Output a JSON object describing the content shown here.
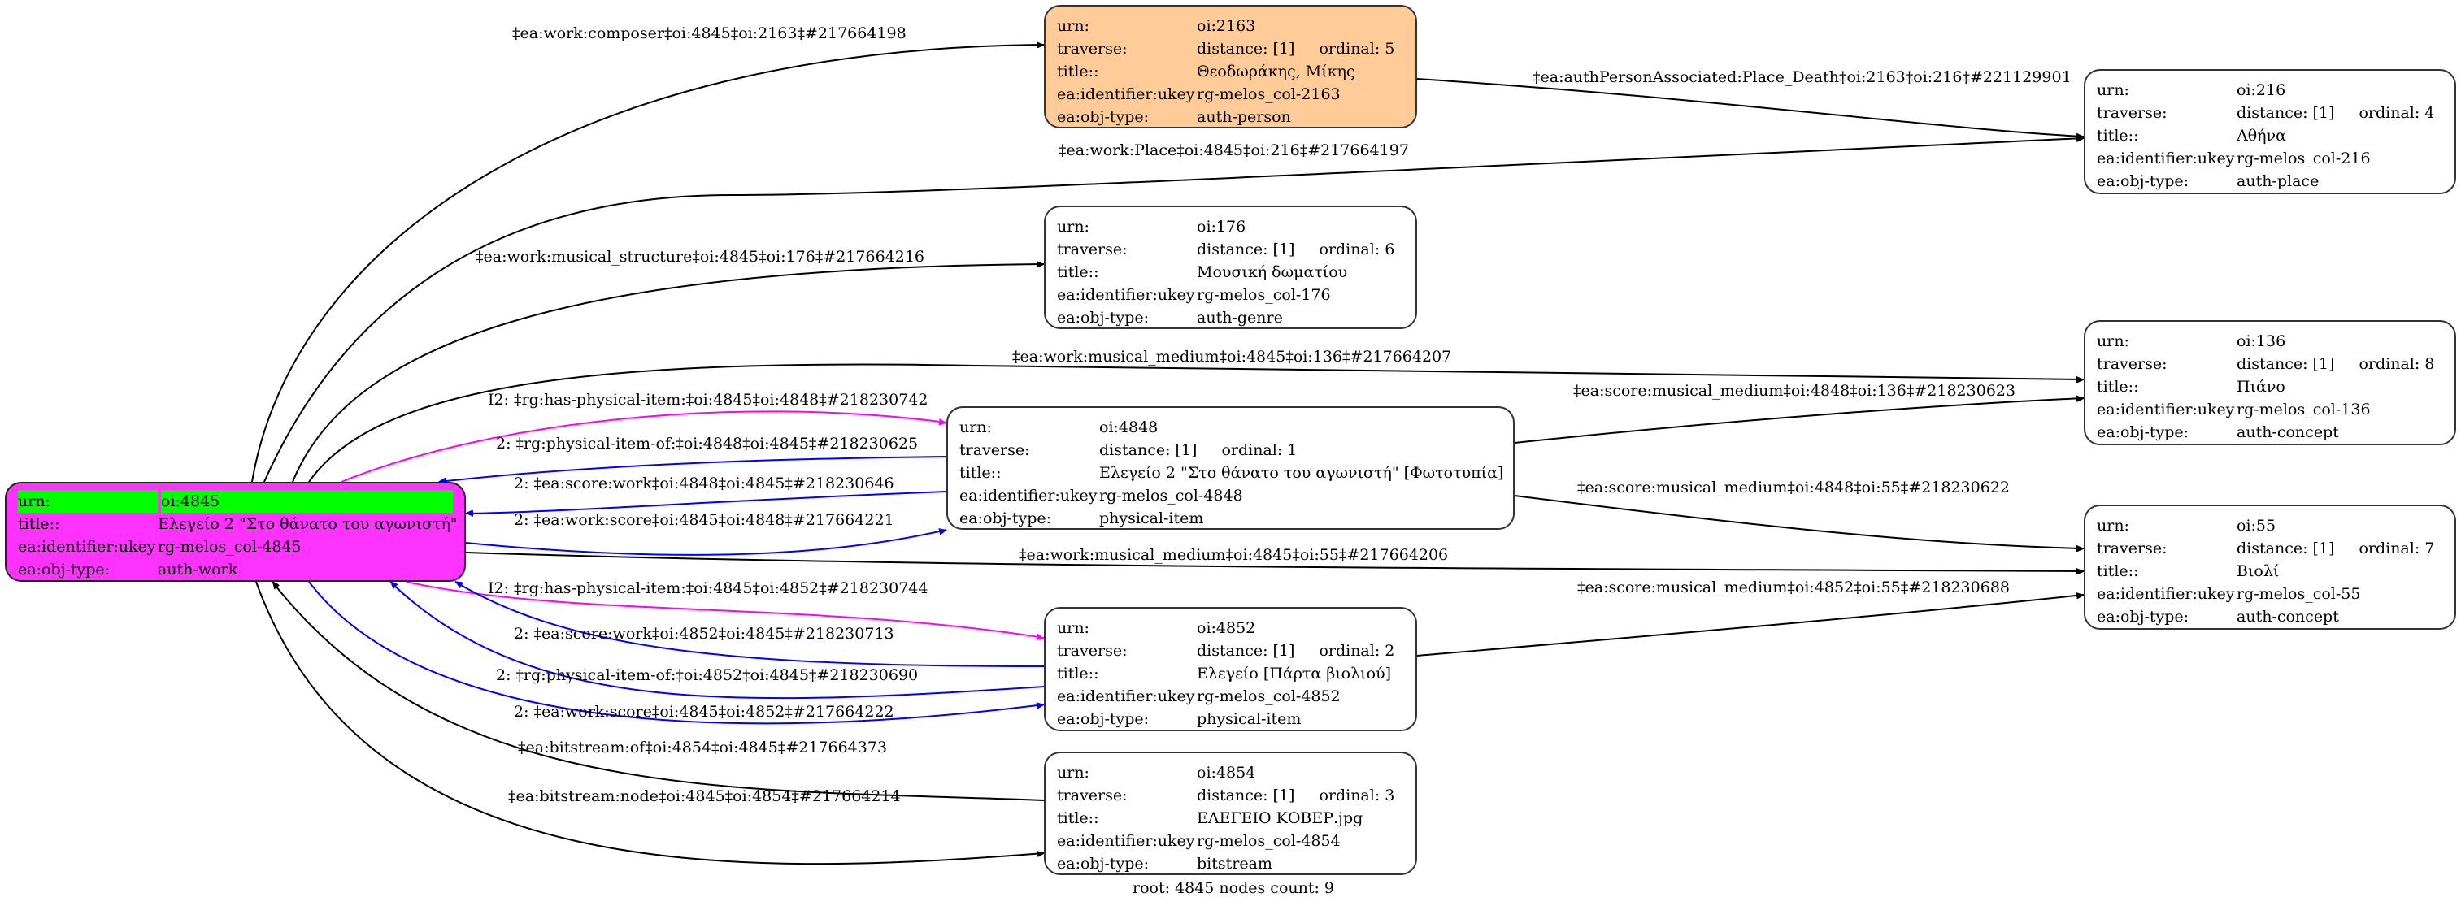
{
  "graph": {
    "footer": "root: 4845 nodes count: 9",
    "colors": {
      "root_fill": "#ff33ff",
      "root_highlight": "#00ff00",
      "person_fill": "#ffcc99",
      "default_fill": "#ffffff",
      "edge_black": "#000000",
      "edge_blue": "#0000ff",
      "edge_magenta": "#ff00ff"
    },
    "field_labels": {
      "urn": "urn:",
      "traverse": "traverse:",
      "title": "title::",
      "ukey": "ea:identifier:ukey",
      "objtype": "ea:obj-type:"
    },
    "nodes": {
      "n4845": {
        "urn": "oi:4845",
        "title": "Ελεγείο 2 \"Στο θάνατο του αγωνιστή\"",
        "ukey": "rg-melos_col-4845",
        "objtype": "auth-work",
        "role": "root"
      },
      "n2163": {
        "urn": "oi:2163",
        "distance": "distance: [1]",
        "ordinal": "ordinal: 5",
        "title": "Θεοδωράκης, Μίκης",
        "ukey": "rg-melos_col-2163",
        "objtype": "auth-person"
      },
      "n216": {
        "urn": "oi:216",
        "distance": "distance: [1]",
        "ordinal": "ordinal: 4",
        "title": "Αθήνα",
        "ukey": "rg-melos_col-216",
        "objtype": "auth-place"
      },
      "n176": {
        "urn": "oi:176",
        "distance": "distance: [1]",
        "ordinal": "ordinal: 6",
        "title": "Μουσική δωματίου",
        "ukey": "rg-melos_col-176",
        "objtype": "auth-genre"
      },
      "n136": {
        "urn": "oi:136",
        "distance": "distance: [1]",
        "ordinal": "ordinal: 8",
        "title": "Πιάνο",
        "ukey": "rg-melos_col-136",
        "objtype": "auth-concept"
      },
      "n4848": {
        "urn": "oi:4848",
        "distance": "distance: [1]",
        "ordinal": "ordinal: 1",
        "title": "Ελεγείο 2 \"Στο θάνατο του αγωνιστή\"  [Φωτοτυπία]",
        "ukey": "rg-melos_col-4848",
        "objtype": "physical-item"
      },
      "n55": {
        "urn": "oi:55",
        "distance": "distance: [1]",
        "ordinal": "ordinal: 7",
        "title": "Βιολί",
        "ukey": "rg-melos_col-55",
        "objtype": "auth-concept"
      },
      "n4852": {
        "urn": "oi:4852",
        "distance": "distance: [1]",
        "ordinal": "ordinal: 2",
        "title": "Ελεγείο [Πάρτα βιολιού]",
        "ukey": "rg-melos_col-4852",
        "objtype": "physical-item"
      },
      "n4854": {
        "urn": "oi:4854",
        "distance": "distance: [1]",
        "ordinal": "ordinal: 3",
        "title": "ΕΛΕΓΕΙΟ ΚΟΒΕΡ.jpg",
        "ukey": "rg-melos_col-4854",
        "objtype": "bitstream"
      }
    },
    "edges": [
      {
        "from": "n4845",
        "to": "n2163",
        "color": "black",
        "label": "‡ea:work:composer‡oi:4845‡oi:2163‡#217664198"
      },
      {
        "from": "n2163",
        "to": "n216",
        "color": "black",
        "label": "‡ea:authPersonAssociated:Place_Death‡oi:2163‡oi:216‡#221129901"
      },
      {
        "from": "n4845",
        "to": "n216",
        "color": "black",
        "label": "‡ea:work:Place‡oi:4845‡oi:216‡#217664197"
      },
      {
        "from": "n4845",
        "to": "n176",
        "color": "black",
        "label": "‡ea:work:musical_structure‡oi:4845‡oi:176‡#217664216"
      },
      {
        "from": "n4845",
        "to": "n136",
        "color": "black",
        "label": "‡ea:work:musical_medium‡oi:4845‡oi:136‡#217664207"
      },
      {
        "from": "n4845",
        "to": "n4848",
        "color": "magenta",
        "label": "I2: ‡rg:has-physical-item:‡oi:4845‡oi:4848‡#218230742"
      },
      {
        "from": "n4848",
        "to": "n4845",
        "color": "blue",
        "label": "2: ‡rg:physical-item-of:‡oi:4848‡oi:4845‡#218230625"
      },
      {
        "from": "n4848",
        "to": "n4845",
        "color": "blue",
        "label": "2: ‡ea:score:work‡oi:4848‡oi:4845‡#218230646"
      },
      {
        "from": "n4845",
        "to": "n4848",
        "color": "blue",
        "label": "2: ‡ea:work:score‡oi:4845‡oi:4848‡#217664221"
      },
      {
        "from": "n4848",
        "to": "n136",
        "color": "black",
        "label": "‡ea:score:musical_medium‡oi:4848‡oi:136‡#218230623"
      },
      {
        "from": "n4848",
        "to": "n55",
        "color": "black",
        "label": "‡ea:score:musical_medium‡oi:4848‡oi:55‡#218230622"
      },
      {
        "from": "n4845",
        "to": "n55",
        "color": "black",
        "label": "‡ea:work:musical_medium‡oi:4845‡oi:55‡#217664206"
      },
      {
        "from": "n4852",
        "to": "n55",
        "color": "black",
        "label": "‡ea:score:musical_medium‡oi:4852‡oi:55‡#218230688"
      },
      {
        "from": "n4845",
        "to": "n4852",
        "color": "magenta",
        "label": "I2: ‡rg:has-physical-item:‡oi:4845‡oi:4852‡#218230744"
      },
      {
        "from": "n4852",
        "to": "n4845",
        "color": "blue",
        "label": "2: ‡ea:score:work‡oi:4852‡oi:4845‡#218230713"
      },
      {
        "from": "n4852",
        "to": "n4845",
        "color": "blue",
        "label": "2: ‡rg:physical-item-of:‡oi:4852‡oi:4845‡#218230690"
      },
      {
        "from": "n4845",
        "to": "n4852",
        "color": "blue",
        "label": "2: ‡ea:work:score‡oi:4845‡oi:4852‡#217664222"
      },
      {
        "from": "n4854",
        "to": "n4845",
        "color": "black",
        "label": "‡ea:bitstream:of‡oi:4854‡oi:4845‡#217664373"
      },
      {
        "from": "n4845",
        "to": "n4854",
        "color": "black",
        "label": "‡ea:bitstream:node‡oi:4845‡oi:4854‡#217664214"
      }
    ]
  }
}
